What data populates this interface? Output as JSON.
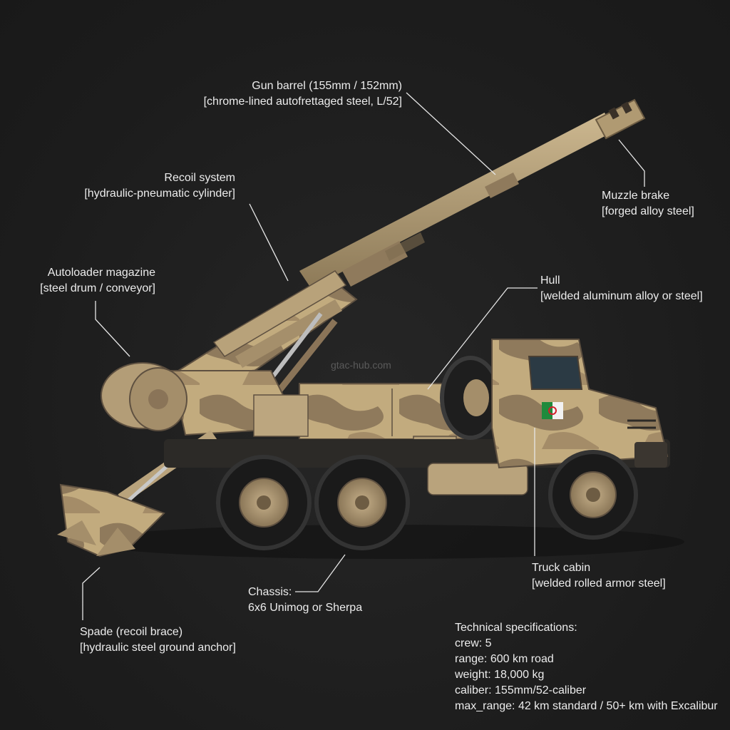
{
  "watermark": "gtac-hub.com",
  "colors": {
    "background": "#1e1e1e",
    "camo_sand": "#c2ab7e",
    "camo_dark": "#8a7458",
    "tire": "#1a1a1a",
    "flag_green": "#1f8a3c",
    "flag_white": "#f2f2f2",
    "flag_red": "#d21f2b",
    "label_text": "#ececec"
  },
  "callouts": {
    "gun_barrel": {
      "title": "Gun barrel (155mm / 152mm)",
      "detail": "[chrome-lined autofrettaged steel, L/52]"
    },
    "muzzle_brake": {
      "title": "Muzzle brake",
      "detail": "[forged alloy steel]"
    },
    "recoil_system": {
      "title": "Recoil system",
      "detail": "[hydraulic-pneumatic cylinder]"
    },
    "autoloader": {
      "title": "Autoloader magazine",
      "detail": "[steel drum / conveyor]"
    },
    "hull": {
      "title": "Hull",
      "detail": "[welded aluminum alloy or steel]"
    },
    "truck_cabin": {
      "title": "Truck cabin",
      "detail": "[welded rolled armor steel]"
    },
    "chassis": {
      "title": "Chassis:",
      "detail": "6x6 Unimog or Sherpa"
    },
    "spade": {
      "title": "Spade (recoil brace)",
      "detail": "[hydraulic steel ground anchor]"
    }
  },
  "specs": {
    "heading": "Technical specifications:",
    "lines": [
      "crew: 5",
      "range: 600 km road",
      "weight: 18,000 kg",
      "caliber: 155mm/52-caliber",
      "max_range: 42 km standard / 50+ km with Excalibur"
    ]
  }
}
